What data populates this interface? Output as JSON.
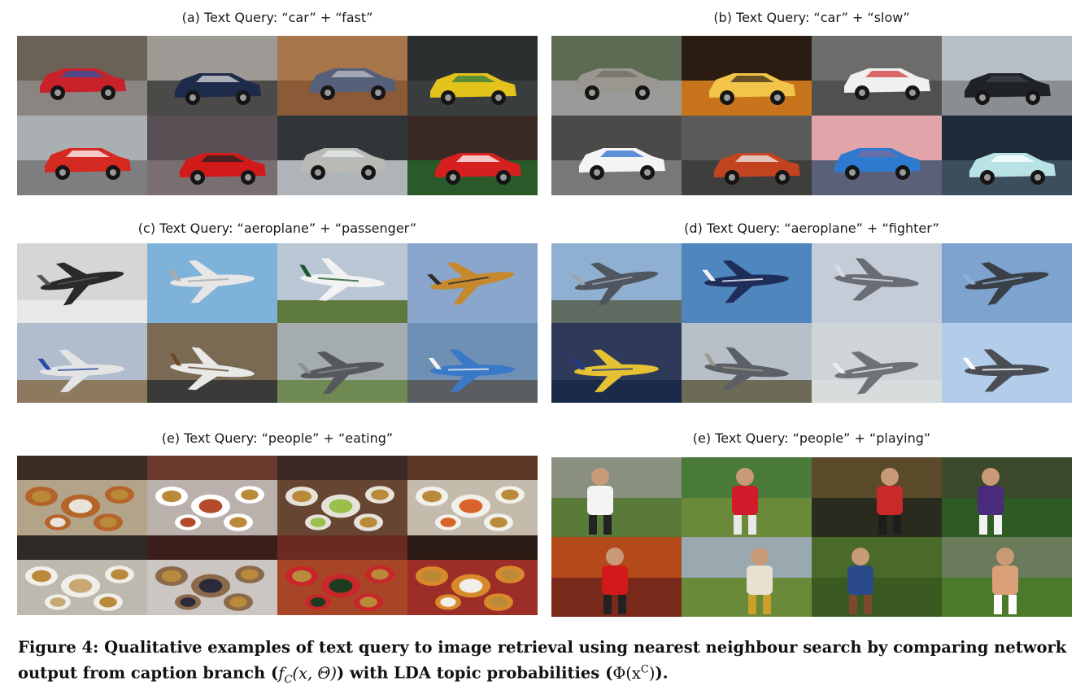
{
  "panels": [
    {
      "title": "(a)  Text Query: “car” + “fast”",
      "thumbs": [
        {
          "subject": "car",
          "bg": "#6b6157",
          "ground": "#8a8580",
          "color": "#c8232b",
          "overlay": "#2a56a8"
        },
        {
          "subject": "car",
          "bg": "#9d9a96",
          "ground": "#4a4a48",
          "color": "#1d2a4a",
          "overlay": "#dddddd"
        },
        {
          "subject": "car",
          "bg": "#a7754a",
          "ground": "#8b5a36",
          "color": "#56607a",
          "overlay": "#c0c0c8"
        },
        {
          "subject": "car",
          "bg": "#2c2f30",
          "ground": "#3a3d3e",
          "color": "#e3c21c",
          "overlay": "#2f7a3e"
        },
        {
          "subject": "car",
          "bg": "#aab0b2",
          "ground": "#7d7e80",
          "color": "#d42a22",
          "overlay": "#ffffff"
        },
        {
          "subject": "car",
          "bg": "#5a4f55",
          "ground": "#7a6f70",
          "color": "#d21a1a",
          "overlay": "#222222"
        },
        {
          "subject": "car",
          "bg": "#30353a",
          "ground": "#aeb4b8",
          "color": "#b9b9b5",
          "overlay": "#e8ecef"
        },
        {
          "subject": "car",
          "bg": "#3a2a25",
          "ground": "#2a5a2a",
          "color": "#d61f1f",
          "overlay": "#ffffff"
        }
      ]
    },
    {
      "title": "(b) Text Query: “car” + “slow”",
      "thumbs": [
        {
          "subject": "car",
          "bg": "#5d6b55",
          "ground": "#9a9b98",
          "color": "#9a9690",
          "overlay": "#6f6c66"
        },
        {
          "subject": "car",
          "bg": "#2a1c10",
          "ground": "#c7741d",
          "color": "#f2c54a",
          "overlay": "#3a2a18"
        },
        {
          "subject": "car",
          "bg": "#6c6d6b",
          "ground": "#4f5050",
          "color": "#f0f0ee",
          "overlay": "#d23a3a"
        },
        {
          "subject": "car",
          "bg": "#b7c0c7",
          "ground": "#8a8e92",
          "color": "#1f2328",
          "overlay": "#3d4248"
        },
        {
          "subject": "car",
          "bg": "#4c4a48",
          "ground": "#7a7876",
          "color": "#f4f4f4",
          "overlay": "#2c6fd0"
        },
        {
          "subject": "car",
          "bg": "#5a5b58",
          "ground": "#3e3e3c",
          "color": "#c2431f",
          "overlay": "#eeeeee"
        },
        {
          "subject": "car",
          "bg": "#e1a4a8",
          "ground": "#5a6078",
          "color": "#2d7ad0",
          "overlay": "#7a6e9a"
        },
        {
          "subject": "car",
          "bg": "#1d2c38",
          "ground": "#3c4e5c",
          "color": "#b9e2e4",
          "overlay": "#ffffff"
        }
      ]
    },
    {
      "title": "(c) Text Query: “aeroplane” + “passenger”",
      "thumbs": [
        {
          "subject": "plane",
          "bg": "#d6d6d6",
          "ground": "#e8e8e8",
          "color": "#2a2a2a",
          "overlay": "#555555"
        },
        {
          "subject": "plane",
          "bg": "#7fb2d8",
          "ground": "#7fb2d8",
          "color": "#e6e6e6",
          "overlay": "#aaaaaa"
        },
        {
          "subject": "plane",
          "bg": "#b9c7d4",
          "ground": "#5d7a3c",
          "color": "#f2f2f2",
          "overlay": "#1d5a32"
        },
        {
          "subject": "plane",
          "bg": "#8aa6cc",
          "ground": "#8aa6cc",
          "color": "#c7892d",
          "overlay": "#2c2c2c"
        },
        {
          "subject": "plane",
          "bg": "#b1bccc",
          "ground": "#8d7a5e",
          "color": "#e4e4e4",
          "overlay": "#2a4aa8"
        },
        {
          "subject": "plane",
          "bg": "#7a6a54",
          "ground": "#3a3a38",
          "color": "#e8e8e6",
          "overlay": "#6a4a2a"
        },
        {
          "subject": "plane",
          "bg": "#a4acad",
          "ground": "#6f8a52",
          "color": "#55595c",
          "overlay": "#8a8f90"
        },
        {
          "subject": "plane",
          "bg": "#6e90b4",
          "ground": "#5a5e62",
          "color": "#3a78c8",
          "overlay": "#f2f2f2"
        }
      ]
    },
    {
      "title": "(d) Text Query: “aeroplane” + “fighter”",
      "thumbs": [
        {
          "subject": "plane",
          "bg": "#8fb0d0",
          "ground": "#5f6a60",
          "color": "#4f5660",
          "overlay": "#9aa4b0"
        },
        {
          "subject": "plane",
          "bg": "#4f86bd",
          "ground": "#4f86bd",
          "color": "#1e2d5a",
          "overlay": "#f2f4f6"
        },
        {
          "subject": "plane",
          "bg": "#c4ccd8",
          "ground": "#c4ccd8",
          "color": "#6a6e74",
          "overlay": "#d8dde4"
        },
        {
          "subject": "plane",
          "bg": "#7ea3cf",
          "ground": "#7ea3cf",
          "color": "#3a4048",
          "overlay": "#8fb0d6"
        },
        {
          "subject": "plane",
          "bg": "#2f3a5a",
          "ground": "#1c2a4a",
          "color": "#e6c233",
          "overlay": "#1e3a8a"
        },
        {
          "subject": "plane",
          "bg": "#b7c0c8",
          "ground": "#6d6a58",
          "color": "#5c6066",
          "overlay": "#9a9a8a"
        },
        {
          "subject": "plane",
          "bg": "#cfd4d6",
          "ground": "#d9dcdc",
          "color": "#6e7276",
          "overlay": "#eeeeee"
        },
        {
          "subject": "plane",
          "bg": "#b3ccea",
          "ground": "#b3ccea",
          "color": "#4a4e54",
          "overlay": "#ffffff"
        }
      ]
    },
    {
      "title": "(e) Text Query: “people” + “eating”",
      "thumbs": [
        {
          "subject": "food",
          "bg": "#3a2d22",
          "ground": "#c9b89a",
          "color": "#e8e4da",
          "overlay": "#b5642a"
        },
        {
          "subject": "food",
          "bg": "#6a3a2e",
          "ground": "#c8c6c2",
          "color": "#b44a2a",
          "overlay": "#ffffff"
        },
        {
          "subject": "food",
          "bg": "#3b2a24",
          "ground": "#6e4a36",
          "color": "#9bbf4a",
          "overlay": "#e6e2da"
        },
        {
          "subject": "food",
          "bg": "#5a3624",
          "ground": "#d8d2c4",
          "color": "#d8642a",
          "overlay": "#f2f0ea"
        },
        {
          "subject": "food",
          "bg": "#2e2a26",
          "ground": "#d6d2c8",
          "color": "#c8a872",
          "overlay": "#efeee8"
        },
        {
          "subject": "food",
          "bg": "#3a1e1a",
          "ground": "#e6e4e0",
          "color": "#2c2a3a",
          "overlay": "#8a6a4a"
        },
        {
          "subject": "food",
          "bg": "#6a2a20",
          "ground": "#b34a28",
          "color": "#1f3a1f",
          "overlay": "#c8262a"
        },
        {
          "subject": "food",
          "bg": "#2a1a14",
          "ground": "#b0332a",
          "color": "#f2efe8",
          "overlay": "#d88a2a"
        }
      ]
    },
    {
      "title": "(e) Text Query: “people” + “playing”",
      "thumbs": [
        {
          "subject": "person",
          "bg": "#8a9080",
          "ground": "#5a7a3a",
          "color": "#f4f4f4",
          "overlay": "#222222"
        },
        {
          "subject": "person",
          "bg": "#4a7a3a",
          "ground": "#6a8a3a",
          "color": "#d21a2a",
          "overlay": "#e8e8e8"
        },
        {
          "subject": "person",
          "bg": "#5a4a2a",
          "ground": "#2a2a1e",
          "color": "#c82a2a",
          "overlay": "#1e1e1e"
        },
        {
          "subject": "person",
          "bg": "#3a4a2a",
          "ground": "#2e5a24",
          "color": "#4a2a7a",
          "overlay": "#f2f2f2"
        },
        {
          "subject": "person",
          "bg": "#b44a1a",
          "ground": "#7a2a1a",
          "color": "#d21a1a",
          "overlay": "#222222"
        },
        {
          "subject": "person",
          "bg": "#9aa8b0",
          "ground": "#6a8a3a",
          "color": "#e8e0d0",
          "overlay": "#c8a02a"
        },
        {
          "subject": "person",
          "bg": "#4a6a2a",
          "ground": "#3a5a22",
          "color": "#2a4a8a",
          "overlay": "#7a4a2a"
        },
        {
          "subject": "person",
          "bg": "#6a7a5a",
          "ground": "#4a7a2a",
          "color": "#d9a07a",
          "overlay": "#ffffff"
        }
      ]
    }
  ],
  "caption": {
    "lead": "Figure 4: Qualitative examples of text query to image retrieval using nearest neighbour search by comparing network output from caption branch (",
    "f_sym": "f",
    "f_sub": "C",
    "f_args": "(x, Θ)",
    "mid": ") with LDA topic probabilities (",
    "phi": "Φ(x",
    "phi_sup": "C",
    "phi_end": ")",
    "tail": ")."
  }
}
